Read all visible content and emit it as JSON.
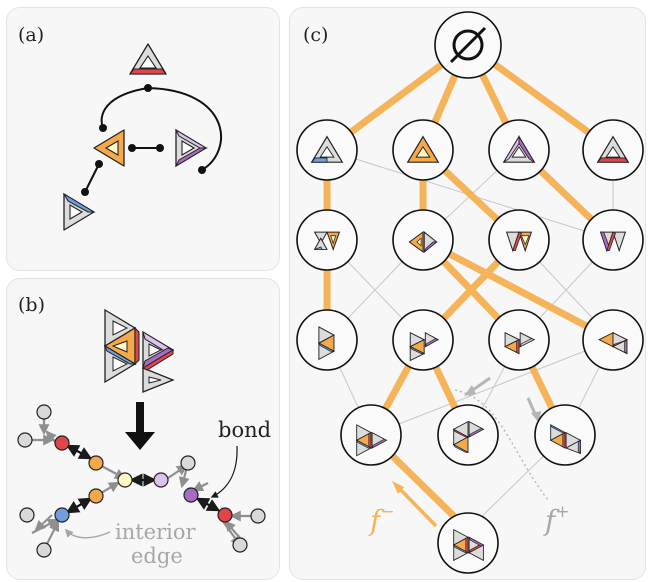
{
  "panels": {
    "a": {
      "label": "(a)"
    },
    "b": {
      "label": "(b)",
      "bond_label": "bond",
      "interior_edge_label": [
        "interior",
        "edge"
      ]
    },
    "c": {
      "label": "(c)",
      "root_symbol": "∅",
      "f_minus_letter": "f",
      "f_minus_sup": "−",
      "f_plus_letter": "f",
      "f_plus_sup": "+"
    }
  },
  "colors": {
    "red": "#e0454a",
    "orange": "#f5a94b",
    "blue": "#6f9fe0",
    "purple": "#a86bc4",
    "light_yellow": "#fff7c4",
    "light_purple": "#ddc3ea",
    "gray": "#d9d9d9",
    "lattice_highlight": "#f5b35a",
    "annotation_gray": "#a7a7a7"
  },
  "lattice": {
    "levels": [
      [
        "empty"
      ],
      [
        "blue-triangle",
        "orange-triangle",
        "purple-triangle",
        "red-triangle"
      ],
      [
        "blue+orange",
        "orange+purple",
        "red+orange",
        "purple+red"
      ],
      [
        "blue+orange+purple",
        "blue+orange+red",
        "orange+red+purple",
        "orange+purple+red"
      ],
      [
        "blue+orange+red+purple",
        "blue+orange+red+purple (b)",
        "blue+orange+red+purple (c)"
      ],
      [
        "all-four"
      ]
    ]
  }
}
